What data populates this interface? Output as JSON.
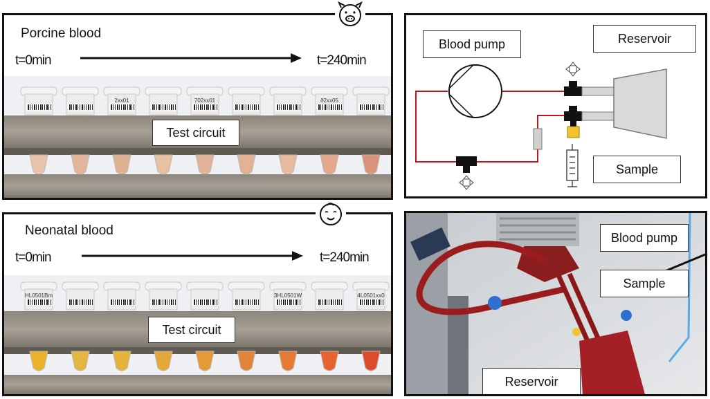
{
  "panels": {
    "porcine": {
      "title": "Porcine blood",
      "time_start": "t=0min",
      "time_end": "t=240min",
      "circuit_label": "Test circuit",
      "tube_labels": [
        "",
        "",
        "2xx01",
        "",
        "702xx01",
        "",
        "",
        "ð2xx05",
        ""
      ],
      "tube_colors": [
        "#e7c3a9",
        "#e3b59b",
        "#e0b190",
        "#e6c2a3",
        "#e2b296",
        "#e3b193",
        "#e7b99e",
        "#e3a98a",
        "#d9947c"
      ],
      "icon": "pig-face-icon"
    },
    "neonatal": {
      "title": "Neonatal blood",
      "time_start": "t=0min",
      "time_end": "t=240min",
      "circuit_label": "Test circuit",
      "tube_labels": [
        "HL0501Bm",
        "",
        "",
        "",
        "",
        "",
        "3HL0501W",
        "",
        "4L0501xx0"
      ],
      "tube_colors": [
        "#e9b22a",
        "#e3b640",
        "#e6b43b",
        "#e4a73a",
        "#e59a36",
        "#e2853b",
        "#e67a35",
        "#e6622f",
        "#de4a2e"
      ],
      "icon": "baby-face-icon"
    },
    "schematic": {
      "pump_label": "Blood pump",
      "reservoir_label": "Reservoir",
      "sample_label": "Sample",
      "line_color": "#c0141a"
    },
    "photo": {
      "pump_label": "Blood pump",
      "sample_label": "Sample",
      "reservoir_label": "Reservoir"
    }
  }
}
